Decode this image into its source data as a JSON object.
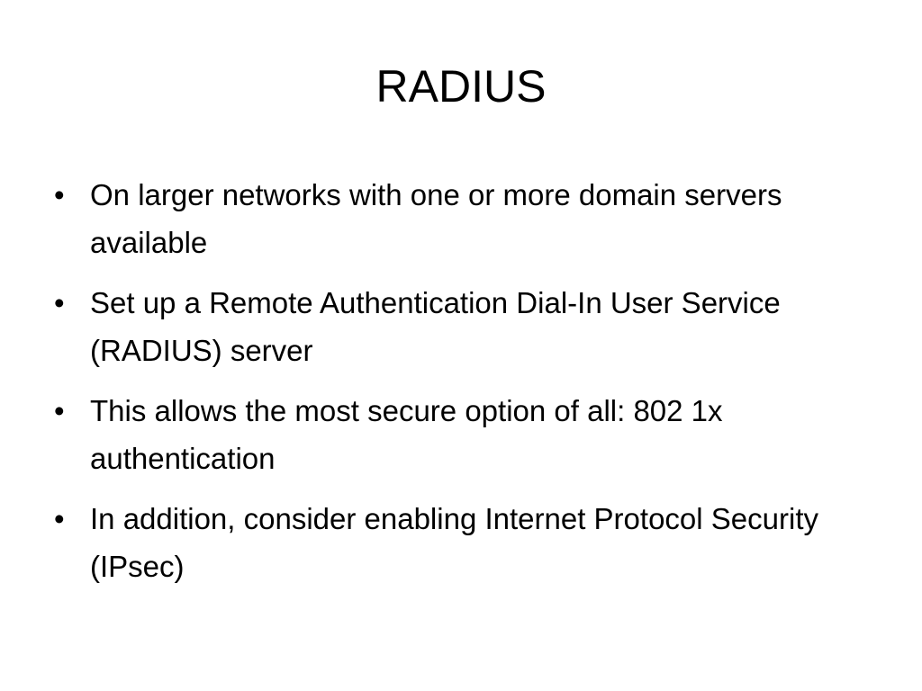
{
  "slide": {
    "title": "RADIUS",
    "bullet_symbol": "•",
    "bullets": [
      "On larger networks with one or more domain servers available",
      "Set up a Remote Authentication Dial-In User Service (RADIUS) server",
      "This allows the most secure option of all: 802 1x authentication",
      "In addition, consider enabling Internet Protocol Security (IPsec)"
    ]
  }
}
